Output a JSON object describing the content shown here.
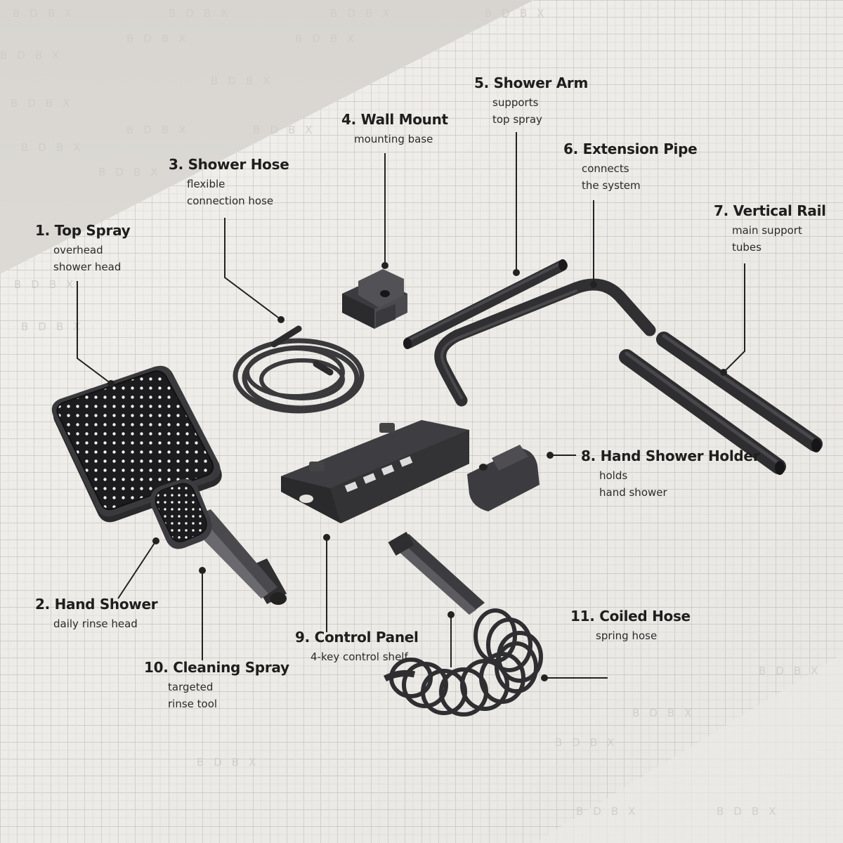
{
  "watermark": "BDBX",
  "parts": [
    {
      "id": "top-spray",
      "title": "1. Top Spray",
      "desc": [
        "overhead",
        "shower head"
      ]
    },
    {
      "id": "hand-shower",
      "title": "2. Hand Shower",
      "desc": [
        "daily rinse head"
      ]
    },
    {
      "id": "shower-hose",
      "title": "3. Shower Hose",
      "desc": [
        "flexible",
        "connection hose"
      ]
    },
    {
      "id": "wall-mount",
      "title": "4. Wall Mount",
      "desc": [
        "mounting base"
      ]
    },
    {
      "id": "shower-arm",
      "title": "5. Shower Arm",
      "desc": [
        "supports",
        "top spray"
      ]
    },
    {
      "id": "extension-pipe",
      "title": "6. Extension Pipe",
      "desc": [
        "connects",
        "the system"
      ]
    },
    {
      "id": "vertical-rail",
      "title": "7. Vertical Rail",
      "desc": [
        "main support",
        "tubes"
      ]
    },
    {
      "id": "hand-shower-holder",
      "title": "8. Hand Shower Holder",
      "desc": [
        "holds",
        "hand shower"
      ]
    },
    {
      "id": "control-panel",
      "title": "9. Control Panel",
      "desc": [
        "4-key control shelf"
      ]
    },
    {
      "id": "cleaning-spray",
      "title": "10. Cleaning Spray",
      "desc": [
        "targeted",
        "rinse tool"
      ]
    },
    {
      "id": "coiled-hose",
      "title": "11. Coiled Hose",
      "desc": [
        "spring hose"
      ]
    }
  ]
}
